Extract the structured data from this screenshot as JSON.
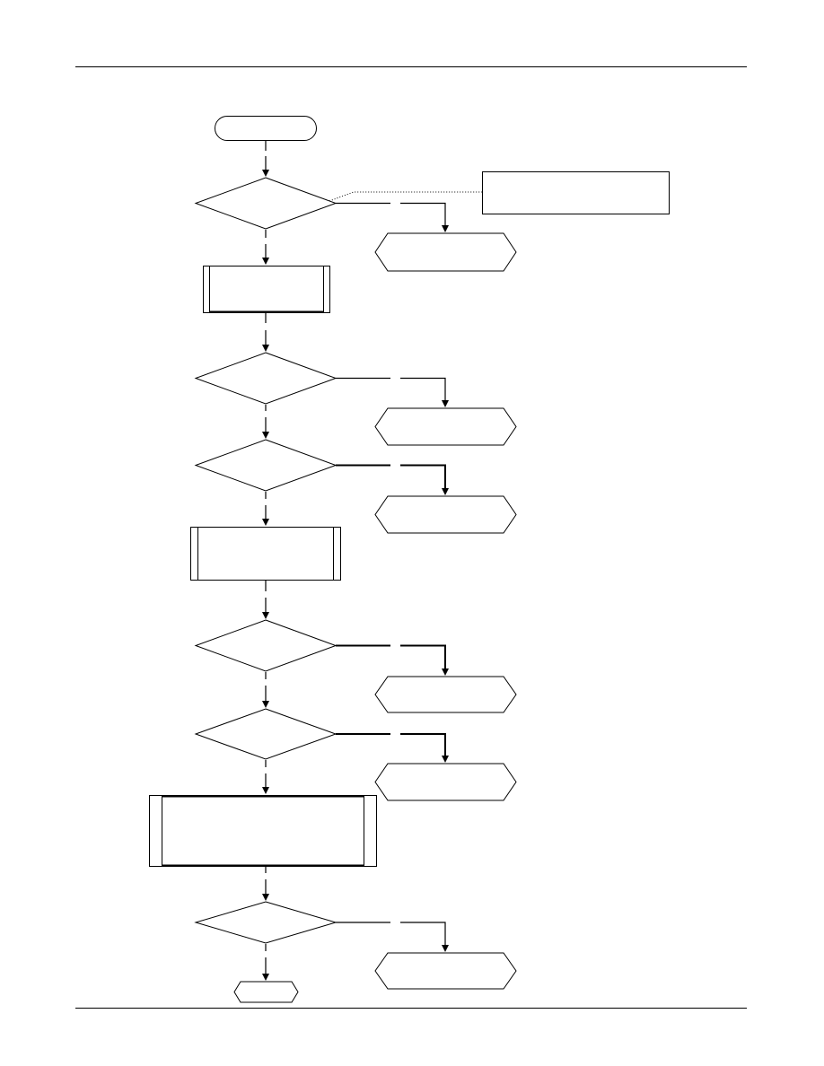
{
  "diagram": {
    "type": "flowchart",
    "nodes": [
      {
        "id": "start",
        "shape": "terminator",
        "label": ""
      },
      {
        "id": "decision-1",
        "shape": "decision",
        "label": ""
      },
      {
        "id": "note-1",
        "shape": "annotation",
        "label": ""
      },
      {
        "id": "exit-1",
        "shape": "connector",
        "label": ""
      },
      {
        "id": "process-1",
        "shape": "predefined-process",
        "label": ""
      },
      {
        "id": "decision-2",
        "shape": "decision",
        "label": ""
      },
      {
        "id": "exit-2",
        "shape": "connector",
        "label": ""
      },
      {
        "id": "decision-3",
        "shape": "decision",
        "label": ""
      },
      {
        "id": "exit-3",
        "shape": "connector",
        "label": ""
      },
      {
        "id": "process-2",
        "shape": "predefined-process",
        "label": ""
      },
      {
        "id": "decision-4",
        "shape": "decision",
        "label": ""
      },
      {
        "id": "exit-4",
        "shape": "connector",
        "label": ""
      },
      {
        "id": "decision-5",
        "shape": "decision",
        "label": ""
      },
      {
        "id": "exit-5",
        "shape": "connector",
        "label": ""
      },
      {
        "id": "process-3",
        "shape": "predefined-process",
        "label": ""
      },
      {
        "id": "decision-6",
        "shape": "decision",
        "label": ""
      },
      {
        "id": "exit-6",
        "shape": "connector",
        "label": ""
      },
      {
        "id": "end",
        "shape": "connector",
        "label": ""
      }
    ],
    "edges": [
      {
        "from": "start",
        "to": "decision-1"
      },
      {
        "from": "decision-1",
        "to": "exit-1"
      },
      {
        "from": "decision-1",
        "to": "process-1"
      },
      {
        "from": "process-1",
        "to": "decision-2"
      },
      {
        "from": "decision-2",
        "to": "exit-2"
      },
      {
        "from": "decision-2",
        "to": "decision-3"
      },
      {
        "from": "decision-3",
        "to": "exit-3"
      },
      {
        "from": "decision-3",
        "to": "process-2"
      },
      {
        "from": "process-2",
        "to": "decision-4"
      },
      {
        "from": "decision-4",
        "to": "exit-4"
      },
      {
        "from": "decision-4",
        "to": "decision-5"
      },
      {
        "from": "decision-5",
        "to": "exit-5"
      },
      {
        "from": "decision-5",
        "to": "process-3"
      },
      {
        "from": "process-3",
        "to": "decision-6"
      },
      {
        "from": "decision-6",
        "to": "exit-6"
      },
      {
        "from": "decision-6",
        "to": "end"
      }
    ]
  }
}
